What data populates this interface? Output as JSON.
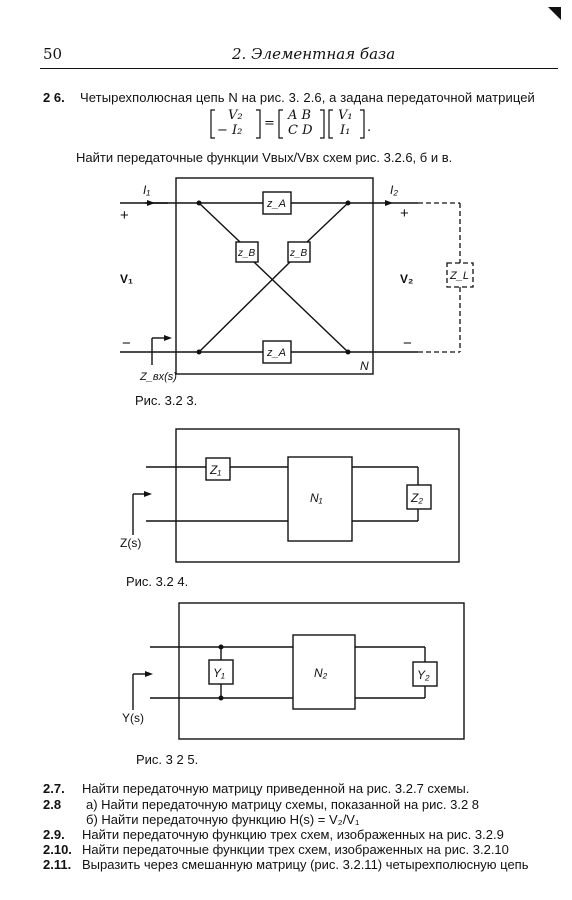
{
  "header": {
    "page_number": "50",
    "title": "2. Элементная база"
  },
  "problem_26": {
    "number": "2 6.",
    "text": "Четырехполюсная цепь N на рис. 3. 2.6, а задана передаточной матрицей",
    "matrix": {
      "lhs_top": "V₂",
      "lhs_bottom": "− I₂",
      "mid_top": "A  B",
      "mid_bottom": "C  D",
      "rhs_top": "V₁",
      "rhs_bottom": "I₁",
      "equals": "=",
      "end": "."
    },
    "question": "Найти передаточные функции Vвых/Vвх схем рис. 3.2.6, б и в."
  },
  "fig_323": {
    "caption": "Рис. 3.2 3.",
    "labels": {
      "i1": "I₁",
      "i2": "I₂",
      "plus_left": "+",
      "plus_right": "+",
      "minus_left": "−",
      "minus_right": "−",
      "v1": "V₁",
      "v2": "V₂",
      "za_top": "z_A",
      "za_bottom": "z_A",
      "zb_left": "z_B",
      "zb_right": "z_B",
      "zl": "Z_L",
      "n": "N",
      "zin": "Z_вх(s)"
    }
  },
  "fig_324": {
    "caption": "Рис. 3.2 4.",
    "labels": {
      "z1": "Z₁",
      "z2": "Z₂",
      "n1": "N₁",
      "z_s": "Z(s)"
    }
  },
  "fig_325": {
    "caption": "Рис. 3 2 5.",
    "labels": {
      "y1": "Y₁",
      "y2": "Y₂",
      "n2": "N₂",
      "y_s": "Y(s)"
    }
  },
  "exercises": [
    {
      "num": "2.7.",
      "text": "Найти передаточную матрицу приведенной на рис. 3.2.7 схемы."
    },
    {
      "num": "2.8",
      "text": "а) Найти передаточную матрицу схемы, показанной на рис. 3.2 8"
    },
    {
      "num": "",
      "text": "б) Найти передаточную функцию H(s) = V₂/V₁"
    },
    {
      "num": "2.9.",
      "text": "Найти передаточную функцию трех схем, изображенных на рис. 3.2.9"
    },
    {
      "num": "2.10.",
      "text": "Найти передаточные функции трех схем, изображенных на рис. 3.2.10"
    },
    {
      "num": "2.11.",
      "text": "Выразить через смешанную матрицу (рис. 3.2.11) четырехполюсную цепь"
    }
  ]
}
